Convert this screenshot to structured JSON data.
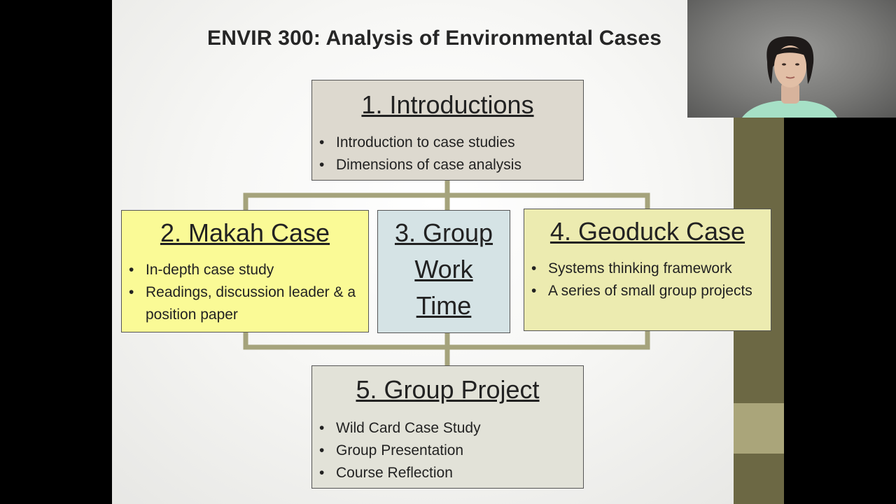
{
  "slide": {
    "title": "ENVIR 300: Analysis of Environmental Cases"
  },
  "boxes": {
    "introductions": {
      "heading": "1. Introductions",
      "bullets": [
        "Introduction to case studies",
        "Dimensions of case analysis"
      ]
    },
    "makah": {
      "heading": "2. Makah Case",
      "bullets": [
        "In-depth case study",
        "Readings, discussion leader & a position paper"
      ]
    },
    "group_work": {
      "heading_lines": [
        "3. Group",
        "Work",
        "Time"
      ]
    },
    "geoduck": {
      "heading": "4. Geoduck Case",
      "bullets": [
        "Systems thinking framework",
        "A series of small group projects"
      ]
    },
    "group_project": {
      "heading": "5. Group Project",
      "bullets": [
        "Wild Card Case Study",
        "Group Presentation",
        "Course Reflection"
      ]
    }
  },
  "colors": {
    "connector": "#a5a37c",
    "stripe": "#6c6844",
    "stripe_band": "#aaa57a",
    "intro_fill": "#ddd9cf",
    "makah_fill": "#fafa96",
    "group_work_fill": "#d5e3e5",
    "geoduck_fill": "#ecebb0",
    "project_fill": "#e2e2d8"
  }
}
